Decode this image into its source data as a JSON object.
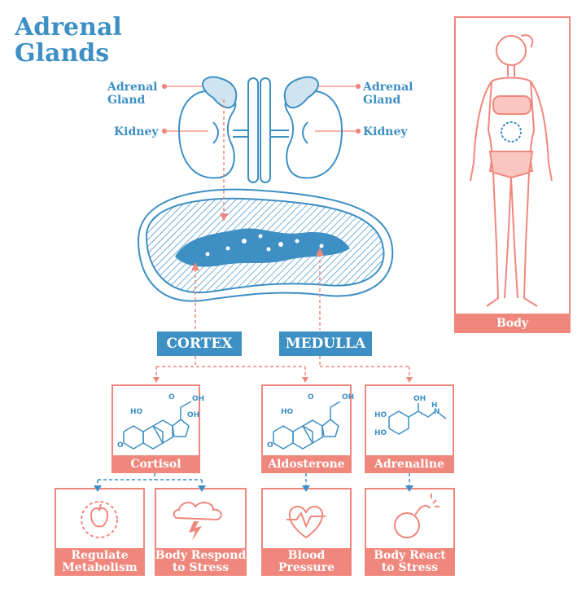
{
  "title_line1": "Adrenal",
  "title_line2": "Glands",
  "labels": {
    "adrenal_left": "Adrenal Gland",
    "kidney_left": "Kidney",
    "adrenal_right": "Adrenal Gland",
    "kidney_right": "Kidney",
    "body": "Body"
  },
  "regions": {
    "cortex": "CORTEX",
    "medulla": "MEDULLA"
  },
  "hormones": {
    "cortisol": "Cortisol",
    "aldosterone": "Aldosterone",
    "adrenaline": "Adrenaline"
  },
  "molecule_labels": {
    "ho": "HO",
    "oh": "OH",
    "o": "O",
    "h": "H",
    "n": "N"
  },
  "effects": {
    "metabolism_1": "Regulate",
    "metabolism_2": "Metabolism",
    "stress_1": "Body Respond",
    "stress_2": "to Stress",
    "pressure_1": "Blood",
    "pressure_2": "Pressure",
    "react_1": "Body React",
    "react_2": "to Stress"
  },
  "colors": {
    "blue": "#3d8fc4",
    "pink": "#f0877d",
    "light_pink": "#f9c7c0"
  }
}
